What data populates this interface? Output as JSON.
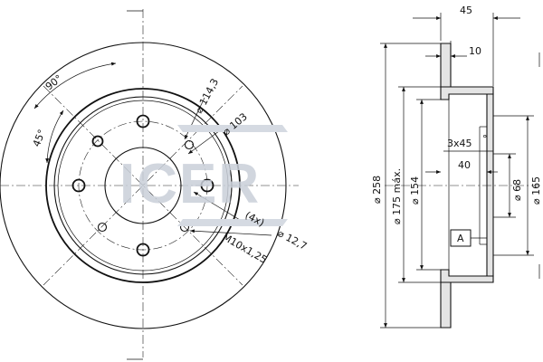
{
  "labels": {
    "dim_45": "45",
    "dim_10": "10",
    "dim_3x45": "3x45",
    "deg_mark": "°",
    "dim_40": "40",
    "dia_258": "⌀ 258",
    "dia_175": "⌀ 175 máx.",
    "dia_154": "⌀ 154",
    "dia_68": "⌀ 68",
    "dia_165": "⌀ 165",
    "datum_a": "A",
    "ang_90": "90°",
    "ang_45": "45°",
    "dia_114": "⌀ 114,3",
    "dia_103": "⌀ 103",
    "count_4x": "(4x)",
    "dia_12": "⌀ 12,7",
    "thread": "M10x1,25"
  },
  "brand": {
    "logo_text": "ICER",
    "logo_color": "#c9cfd9"
  },
  "colors": {
    "line": "#111111",
    "section_fill": "#e4e4e4"
  }
}
